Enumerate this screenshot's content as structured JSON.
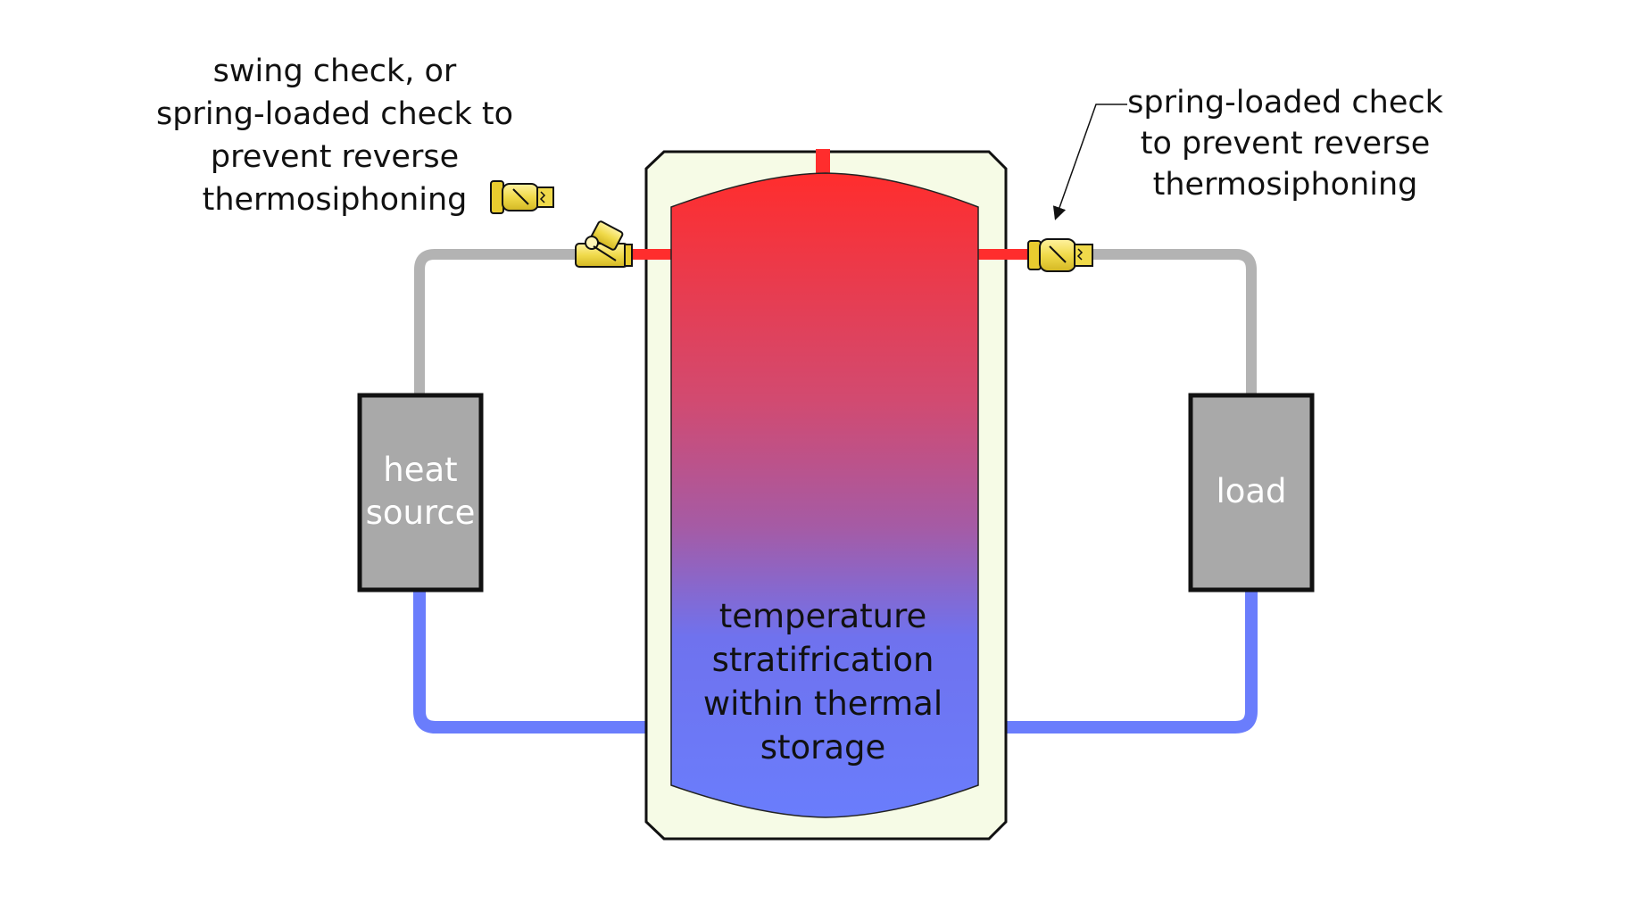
{
  "diagram": {
    "heat_source": {
      "line1": "heat",
      "line2": "source"
    },
    "load": {
      "label": "load"
    },
    "tank": {
      "line1": "temperature",
      "line2": "stratifrication",
      "line3": "within thermal",
      "line4": "storage"
    },
    "left_note": {
      "line1": "swing check, or",
      "line2": "spring-loaded check to",
      "line3": "prevent reverse",
      "line4": "thermosiphoning"
    },
    "right_note": {
      "line1": "spring-loaded check",
      "line2": "to prevent reverse",
      "line3": "thermosiphoning"
    }
  },
  "colors": {
    "hot": "#ff2d2d",
    "cold": "#6a7dfc",
    "return_pipe": "#b3b3b3",
    "box": "#a9a9a9",
    "tank_jacket": "#f6fbe6",
    "valve": "#f0da4a"
  }
}
